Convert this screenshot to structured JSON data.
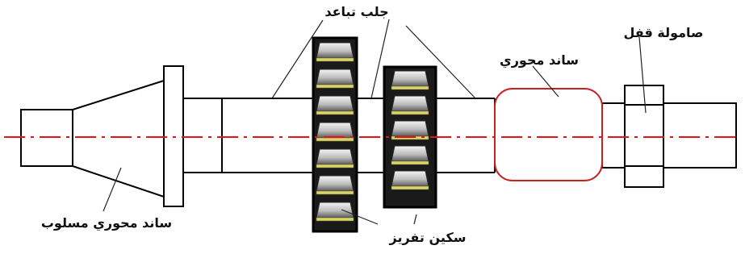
{
  "labels": {
    "spacer_collar": "جلب تباعد",
    "lock_nut": "صامولة قفل",
    "arbor_support": "ساند محوري",
    "tapered_arbor_support": "ساند محوري مسلوب",
    "milling_cutter": "سكين تفريز"
  },
  "colors": {
    "outline": "#000000",
    "centerline": "#e8101a",
    "support_outline": "#cc1f1f",
    "cutter_frame": "#111111",
    "tooth_light": "#e6e6e6",
    "tooth_mid": "#9a9a9a",
    "tooth_dark": "#3a3a3a",
    "gullet_yellow": "#d8d36a"
  },
  "icons": [
    "milling-cutter-left",
    "milling-cutter-right",
    "lock-nut",
    "arbor-support-bearing"
  ]
}
